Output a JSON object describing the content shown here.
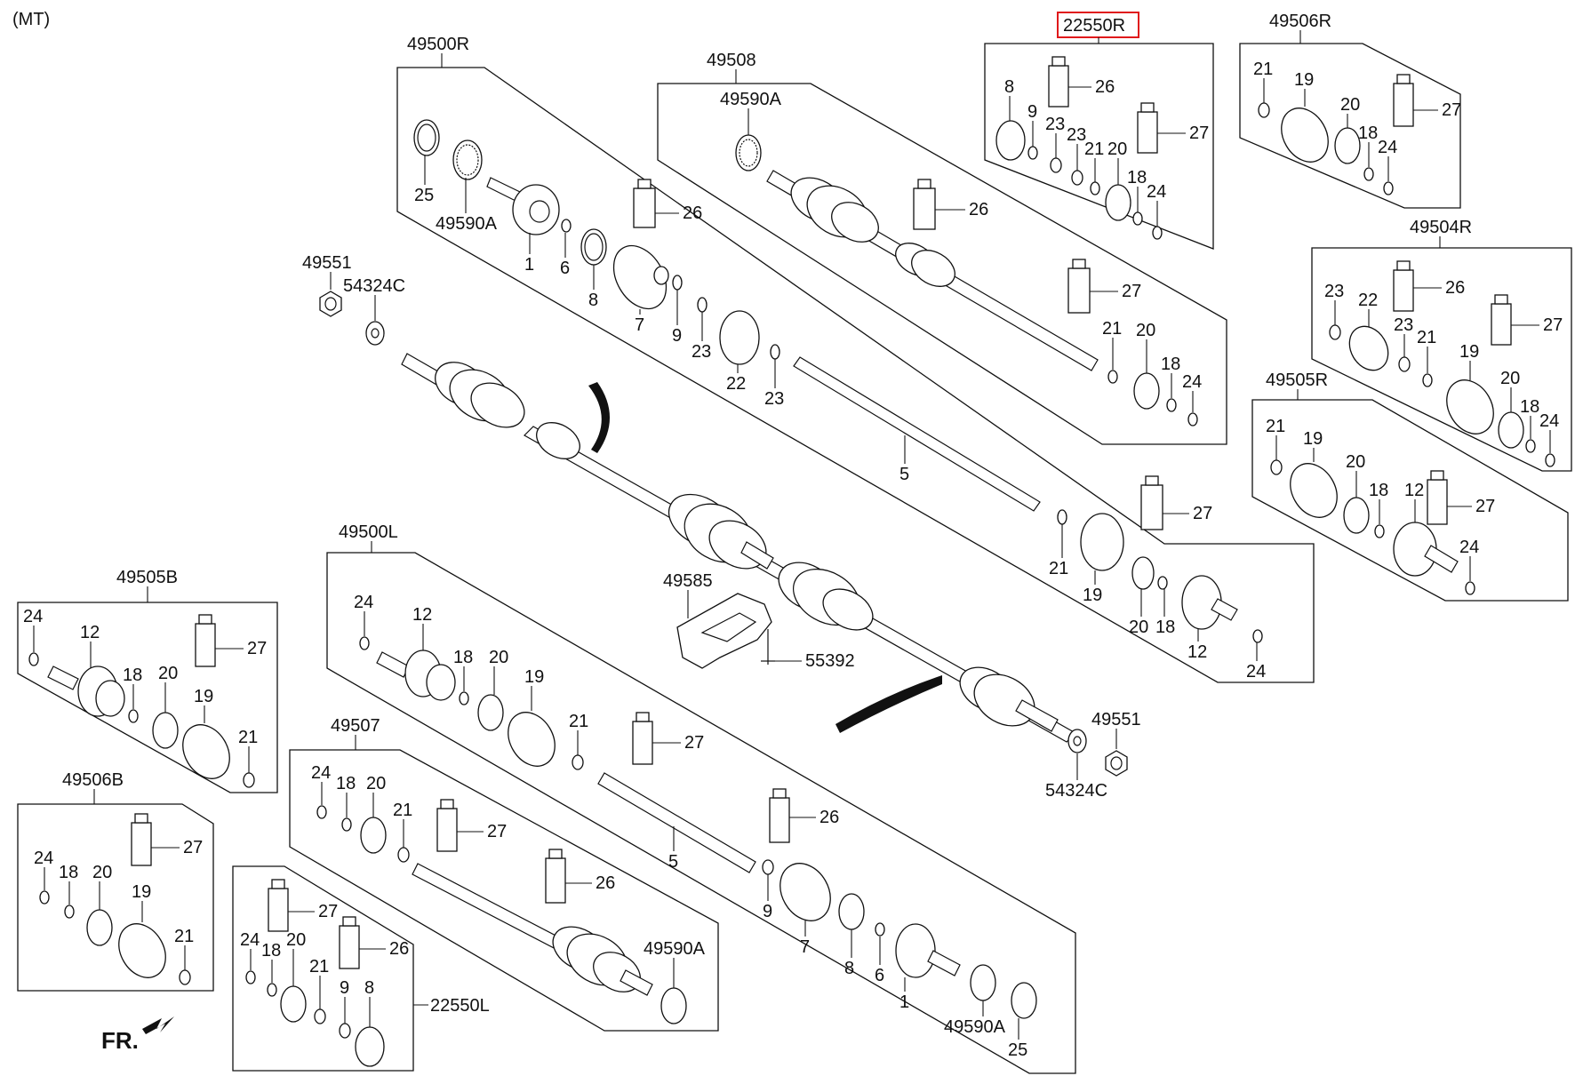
{
  "header": {
    "mt_label": "(MT)"
  },
  "groups": {
    "g49500R": "49500R",
    "g49508": "49508",
    "g22550R": "22550R",
    "g49506R": "49506R",
    "g49504R": "49504R",
    "g49505R": "49505R",
    "g49500L": "49500L",
    "g49505B": "49505B",
    "g49506B": "49506B",
    "g49507": "49507",
    "g22550L": "22550L"
  },
  "parts": {
    "p49551": "49551",
    "p54324C": "54324C",
    "p49590A": "49590A",
    "p49585": "49585",
    "p55392": "55392",
    "n1": "1",
    "n5": "5",
    "n6": "6",
    "n7": "7",
    "n8": "8",
    "n9": "9",
    "n12": "12",
    "n18": "18",
    "n19": "19",
    "n20": "20",
    "n21": "21",
    "n22": "22",
    "n23": "23",
    "n24": "24",
    "n25": "25",
    "n26": "26",
    "n27": "27"
  },
  "footer": {
    "front_label": "FR."
  },
  "colors": {
    "line": "#111111",
    "highlight": "#e0191b",
    "background": "#ffffff"
  }
}
